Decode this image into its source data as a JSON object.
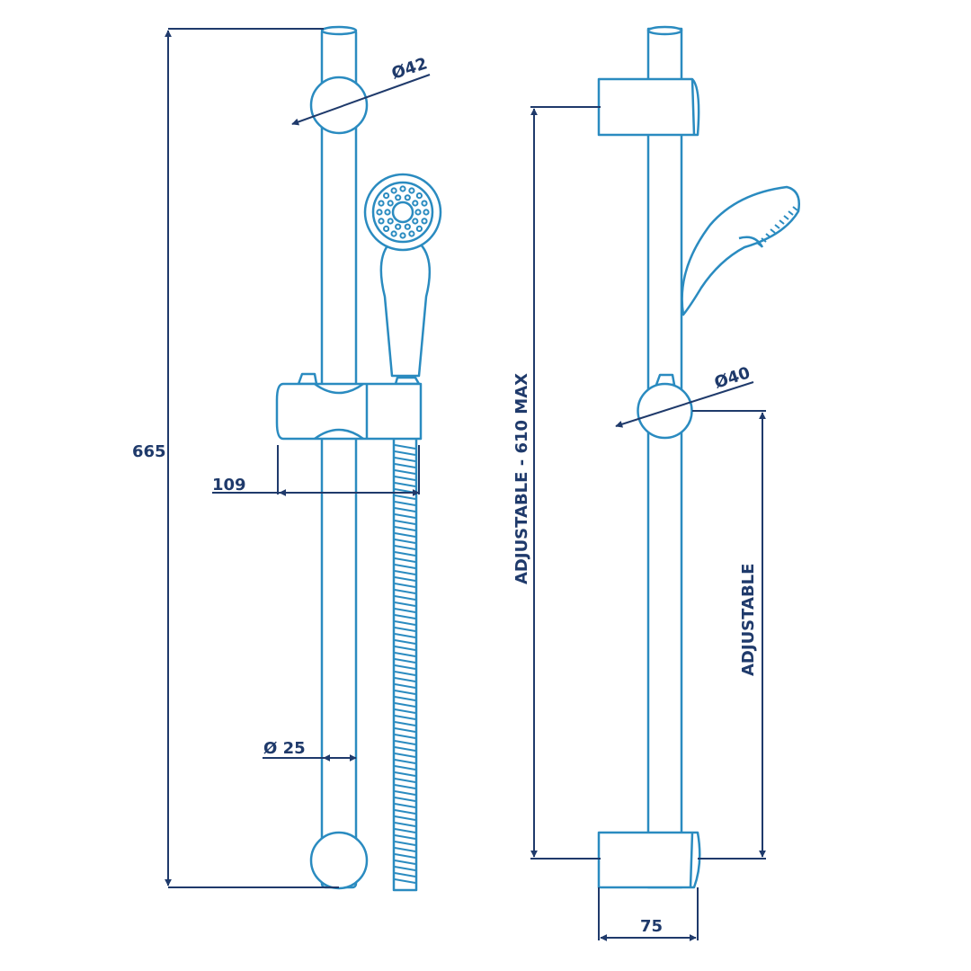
{
  "diagram": {
    "colors": {
      "product_outline": "#2a8bc0",
      "dimension_lines": "#1f3a6b",
      "background": "#ffffff"
    },
    "labels": {
      "overall_height": "665",
      "top_bracket_diameter": "Ø42",
      "slider_offset": "109",
      "rail_diameter": "Ø 25",
      "adjustable_range": "ADJUSTABLE - 610 MAX",
      "slider_diameter": "Ø40",
      "slider_adjustable": "ADJUSTABLE",
      "bracket_width": "75"
    }
  }
}
